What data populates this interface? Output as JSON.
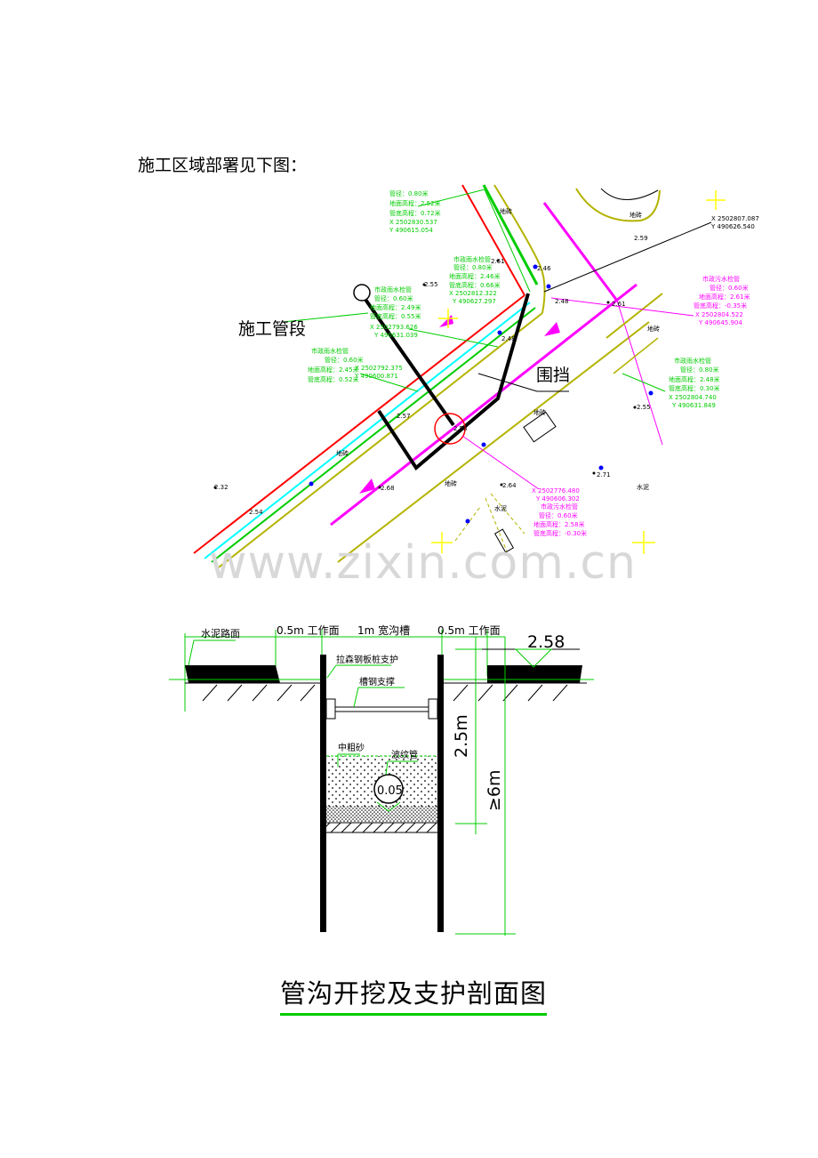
{
  "intro": "施工区域部署见下图：",
  "plan": {
    "label_pipe_section": "施工管段",
    "label_enclosure": "围挡",
    "coord_top_right_x": "X 2502807.087",
    "coord_top_right_y": "Y 490626.540",
    "road_label_1": "地砖",
    "road_label_2": "地砖",
    "road_label_3": "地砖",
    "road_label_4": "地砖",
    "road_label_5": "地砖",
    "road_label_6": "地砖",
    "cement_1": "水泥",
    "cement_2": "水泥",
    "elevations": [
      "2.59",
      "2.61",
      "2.55",
      "2.46",
      "2.48",
      "2.61",
      "2.48",
      "2.55",
      "2.57",
      "2.58",
      "2.32",
      "2.68",
      "2.64",
      "2.71",
      "2.54"
    ],
    "g1": {
      "l1": "管径：0.80米",
      "l2": "地面高程：2.52米",
      "l3": "管底高程：0.72米",
      "x": "X 2502830.537",
      "y": "Y 490615.054"
    },
    "g2": {
      "title": "市政雨水检管",
      "l1": "管径：0.80米",
      "l2": "地面高程：2.46米",
      "l3": "管底高程：0.66米",
      "x": "X 2502812.322",
      "y": "Y 490627.297"
    },
    "g3": {
      "title": "市政雨水检管",
      "l1": "管径：0.60米",
      "l2": "地面高程：2.49米",
      "l3": "管底高程：0.55米",
      "x": "X 2502793.626",
      "y": "Y 490631.039"
    },
    "g4": {
      "title": "市政雨水检管",
      "l1": "管径：0.60米",
      "l2": "地面高程：2.45米",
      "l3": "管底高程：0.52米",
      "x": "X 2502792.375",
      "y": "Y 490600.871"
    },
    "g5": {
      "title": "市政雨水检管",
      "l1": "管径：0.80米",
      "l2": "地面高程：2.48米",
      "l3": "管底高程：0.30米",
      "x": "X 2502804.740",
      "y": "Y 490631.849"
    },
    "m1": {
      "title": "市政污水检管",
      "l1": "管径：0.60米",
      "l2": "地面高程：2.61米",
      "l3": "管底高程：-0.35米",
      "x": "X 2502804.522",
      "y": "Y 490645.904"
    },
    "m2": {
      "x": "X 2502776.480",
      "y": "Y 490606.302",
      "title": "市政污水检管",
      "l1": "管径：0.60米",
      "l2": "地面高程：2.58米",
      "l3": "管底高程：-0.30米"
    }
  },
  "section": {
    "cement_road": "水泥路面",
    "work_face_left": "0.5m 工作面",
    "trench_width": "1m 宽沟槽",
    "work_face_right": "0.5m 工作面",
    "sheet_pile": "拉森钢板桩支护",
    "channel_brace": "槽钢支撑",
    "sand": "中粗砂",
    "corrugated_pipe": "波纹管",
    "pipe_value": "0.05",
    "ground_elev": "2.58",
    "depth_25": "2.5m",
    "depth_6": "≥6m"
  },
  "watermark": "www.zixin.com.cn",
  "title": "管沟开挖及支护剖面图"
}
